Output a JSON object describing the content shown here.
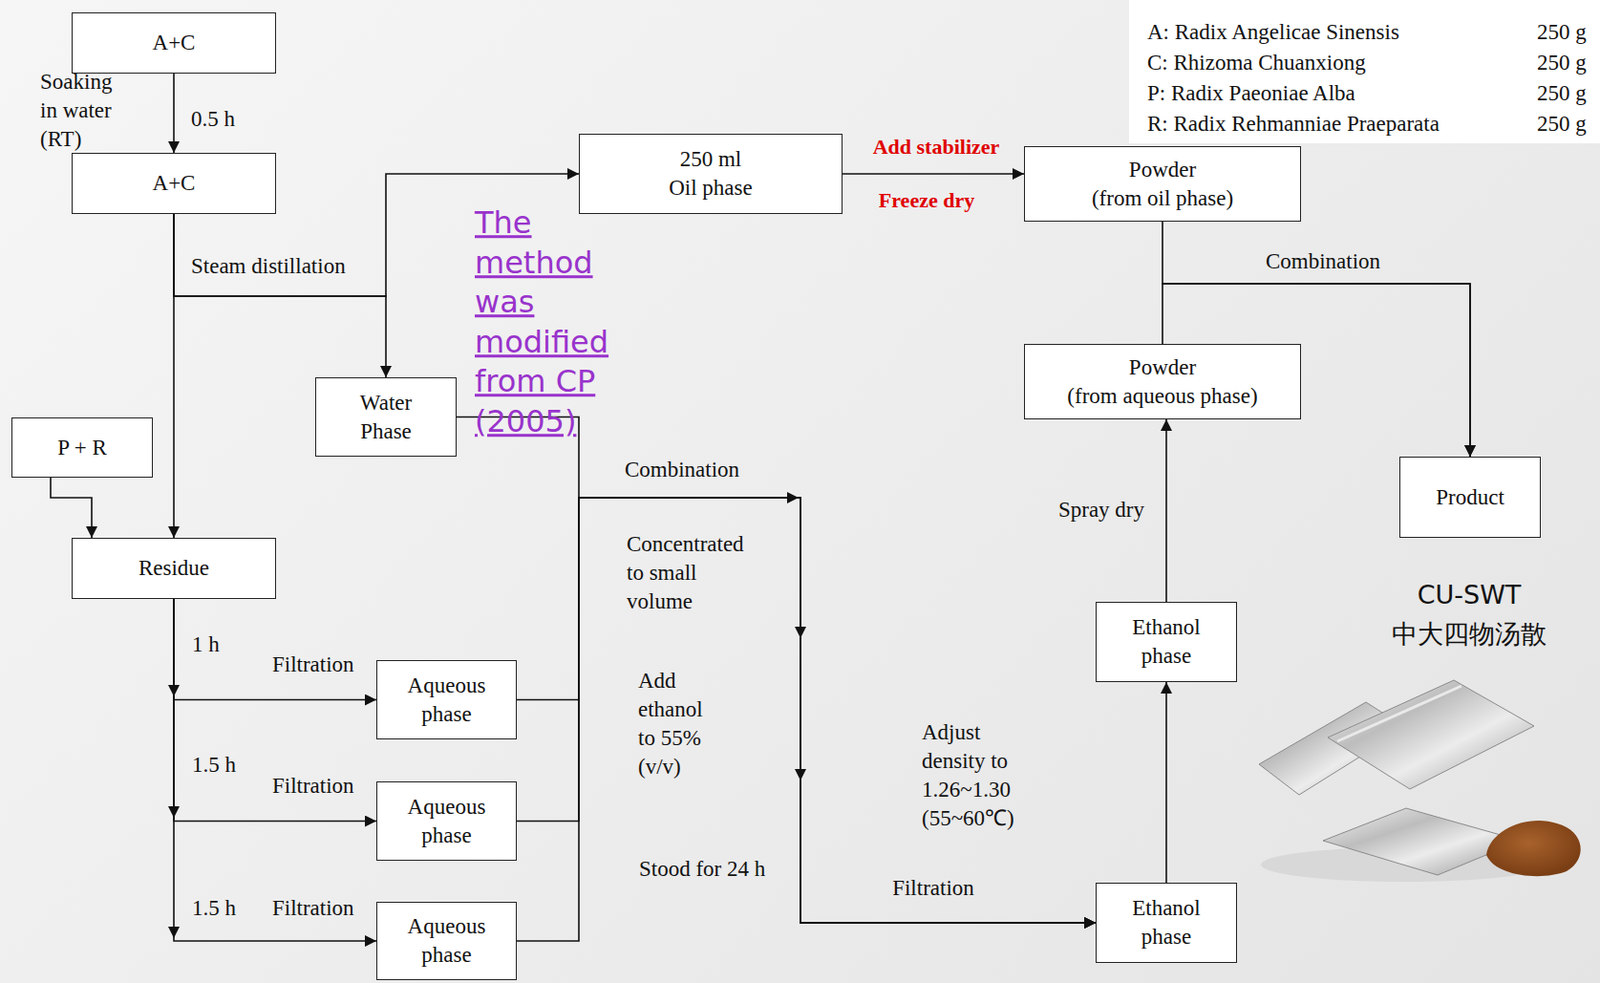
{
  "diagram": {
    "nodes": [
      {
        "text": [
          "A+C"
        ]
      },
      {
        "text": [
          "A+C"
        ]
      },
      {
        "text": [
          "250 ml Oil phase"
        ]
      },
      {
        "text": [
          "Powder",
          "(from oil phase)"
        ]
      },
      {
        "text": [
          "Water Phase"
        ]
      },
      {
        "text": [
          "P + R"
        ]
      },
      {
        "text": [
          "Residue"
        ]
      },
      {
        "text": [
          "Powder",
          "(from aqueous phase)"
        ]
      },
      {
        "text": [
          "Product"
        ]
      },
      {
        "text": [
          "Aqueous phase"
        ]
      },
      {
        "text": [
          "Ethanol phase"
        ]
      },
      {
        "text": [
          "Aqueous phase"
        ]
      },
      {
        "text": [
          "Aqueous phase"
        ]
      },
      {
        "text": [
          "Ethanol phase"
        ]
      }
    ],
    "edges": [
      {
        "from": 0,
        "to": 1,
        "arrow": "to"
      },
      {
        "from": 1,
        "to": 2,
        "arrow": "to"
      },
      {
        "from": 1,
        "to": 4,
        "arrow": "to"
      },
      {
        "from": 1,
        "to": 6,
        "arrow": "to"
      },
      {
        "from": 5,
        "to": 6,
        "arrow": "to"
      },
      {
        "from": 2,
        "to": 3,
        "arrow": "to"
      },
      {
        "from": 3,
        "to": 8,
        "arrow": "to"
      },
      {
        "from": 7,
        "to": 8,
        "arrow": "to"
      },
      {
        "from": 6,
        "to": 9,
        "arrow": "to"
      },
      {
        "from": 6,
        "to": 11,
        "arrow": "to"
      },
      {
        "from": 6,
        "to": 12,
        "arrow": "to"
      },
      {
        "from": 4,
        "to": 13,
        "arrow": "to"
      },
      {
        "from": 9,
        "to": 13,
        "arrow": "to"
      },
      {
        "from": 11,
        "to": 13,
        "arrow": "to"
      },
      {
        "from": 12,
        "to": 13,
        "arrow": "to"
      },
      {
        "from": 13,
        "to": 10,
        "arrow": "to"
      },
      {
        "from": 10,
        "to": 7,
        "arrow": "to"
      }
    ],
    "labels": [
      "A: Radix Angelicae Sinensis",
      "250 g",
      "C: Rhizoma Chuanxiong",
      "250 g",
      "P: Radix Paeoniae Alba",
      "250 g",
      "R: Radix Rehmanniae Praeparata",
      "250 g",
      "Soaking in water (RT)",
      "0.5 h",
      "Steam distillation",
      "Add stabilizer",
      "Freeze dry",
      "The method was modified from CP (2005)",
      "Combination",
      "Combination",
      "Concentrated to small volume",
      "Add ethanol to 55% (v/v)",
      "Stood for 24 h",
      "1 h",
      "Filtration",
      "1.5 h",
      "Filtration",
      "1.5 h",
      "Filtration",
      "Filtration",
      "Adjust density to 1.26~1.30 (55~60℃)",
      "Spray dry",
      "CU-SWT",
      "中大四物汤散"
    ]
  }
}
